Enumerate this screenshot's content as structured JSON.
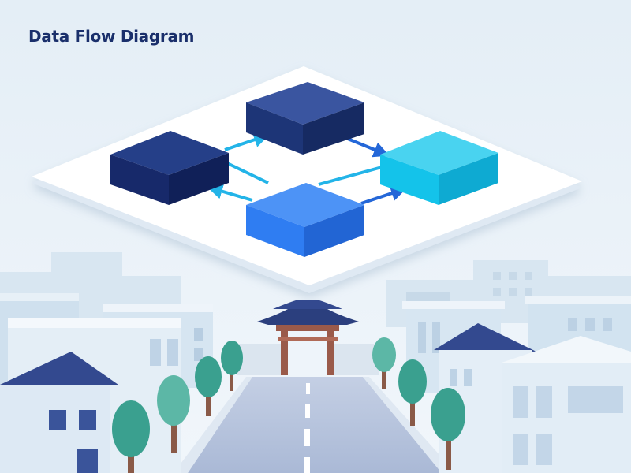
{
  "title": "Data Flow Diagram",
  "colors": {
    "sky_top": "#e4eef6",
    "sky_bottom": "#eef5fa",
    "platform": "#ffffff",
    "platform_edge": "#dfe9f3",
    "node_navy": "#1d3577",
    "node_dark_navy": "#17296a",
    "node_blue": "#2f7df2",
    "node_cyan": "#14c3ea",
    "arrow_cyan": "#23b4e8",
    "arrow_blue": "#2467d8",
    "building_light": "#dde9f3",
    "building_mid": "#c9dcec",
    "roof_navy": "#33498f",
    "gate_roof": "#2b3f7e",
    "gate_post": "#9a5a4a",
    "tree": "#3aa08f",
    "tree_light": "#5cb7a6",
    "trunk": "#8a5a48",
    "road": "#b9c6df",
    "road_line": "#ffffff"
  },
  "diagram": {
    "nodes": [
      {
        "id": "node-left",
        "color_key": "node_dark_navy"
      },
      {
        "id": "node-top",
        "color_key": "node_navy"
      },
      {
        "id": "node-bottom",
        "color_key": "node_blue"
      },
      {
        "id": "node-right",
        "color_key": "node_cyan"
      }
    ],
    "edges": [
      {
        "from": "node-left",
        "to": "node-top",
        "color_key": "arrow_cyan",
        "arrowhead": "end"
      },
      {
        "from": "node-top",
        "to": "node-right",
        "color_key": "arrow_blue",
        "arrowhead": "end"
      },
      {
        "from": "node-bottom",
        "to": "node-left",
        "color_key": "arrow_cyan",
        "arrowhead": "end"
      },
      {
        "from": "node-bottom",
        "to": "node-right",
        "color_key": "arrow_blue",
        "arrowhead": "end"
      },
      {
        "from": "node-left",
        "to": "node-bottom",
        "color_key": "arrow_cyan",
        "arrowhead": "none"
      },
      {
        "from": "node-bottom",
        "to": "node-right",
        "color_key": "arrow_cyan",
        "arrowhead": "none"
      }
    ]
  },
  "icons": [
    "traditional-gate-icon",
    "tree-icon",
    "building-icon",
    "road-icon"
  ]
}
